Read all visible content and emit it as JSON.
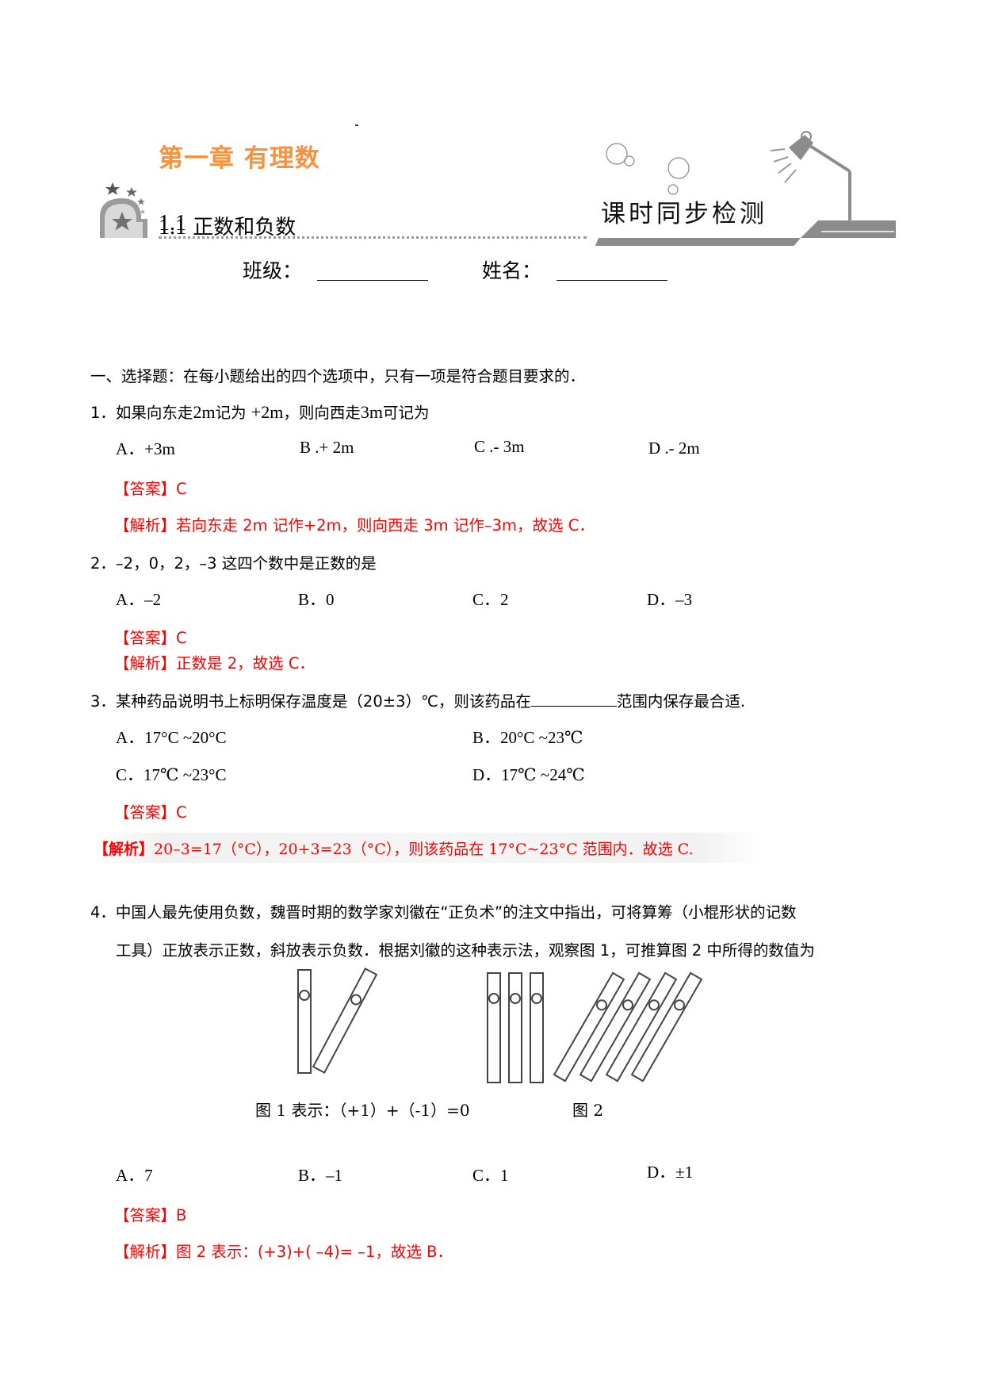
{
  "header": {
    "chapter_title": "第一章 有理数",
    "section_title": "1.1 正数和负数",
    "banner_title": "课时同步检测",
    "class_label": "班级：",
    "name_label": "姓名："
  },
  "section_heading": "一、选择题：在每小题给出的四个选项中，只有一项是符合题目要求的．",
  "colors": {
    "chapter": "#f7913d",
    "answer": "#ff0000",
    "banner_gray": "#8c8c8c"
  },
  "questions": [
    {
      "number": "1．",
      "stem_parts": [
        "如果向东走",
        "2m",
        "记为",
        "+2m",
        "，则向西走",
        "3m",
        "可记为"
      ],
      "options": [
        "A．+3m",
        "B .+ 2m",
        "C .- 3m",
        "D .- 2m"
      ],
      "answer": "【答案】C",
      "analysis_label": "【解析】",
      "analysis": "若向东走 2m 记作+2m，则向西走 3m 记作–3m，故选 C．"
    },
    {
      "number": "2．",
      "stem": "–2，0，2，–3 这四个数中是正数的是",
      "options": [
        "A．–2",
        "B．0",
        "C．2",
        "D．–3"
      ],
      "answer": "【答案】C",
      "analysis_label": "【解析】",
      "analysis": "正数是 2，故选 C．"
    },
    {
      "number": "3．",
      "stem_before": "某种药品说明书上标明保存温度是（20±3）℃，则该药品在",
      "stem_after": "范围内保存最合适.",
      "options": [
        "A．17°C ~20°C",
        "B．20°C ~23℃",
        "C．17℃ ~23°C",
        "D．17℃ ~24℃"
      ],
      "answer": "【答案】C",
      "analysis_label": "【解析】",
      "analysis": "20–3=17（°C），20+3=23（°C），则该药品在 17°C~23°C 范围内．故选 C."
    },
    {
      "number": "4．",
      "stem_line1": "中国人最先使用负数，魏晋时期的数学家刘徽在“正负术”的注文中指出，可将算筹（小棍形状的记数",
      "stem_line2": "工具）正放表示正数，斜放表示负数．根据刘徽的这种表示法，观察图 1，可推算图 2 中所得的数值为",
      "figure1_caption": "图 1 表示：（+1）+（-1）=0",
      "figure2_caption": "图 2",
      "options": [
        "A．7",
        "B．–1",
        "C．1",
        "D．±1"
      ],
      "answer": "【答案】B",
      "analysis_label": "【解析】",
      "analysis": "图 2 表示：(+3)+( –4)= –1，故选 B．"
    }
  ]
}
